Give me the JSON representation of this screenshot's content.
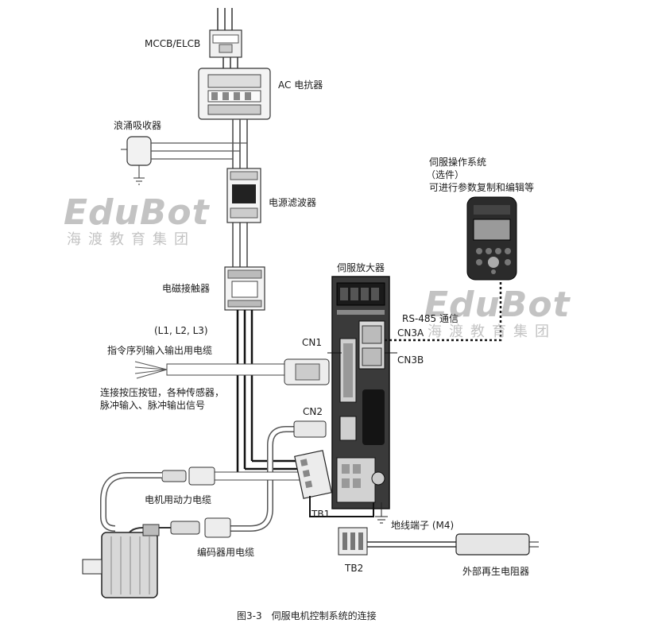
{
  "labels": {
    "mccb": "MCCB/ELCB",
    "ac_reactor": "AC 电抗器",
    "surge_absorber": "浪涌吸收器",
    "noise_filter": "电源滤波器",
    "contactor": "电磁接触器",
    "l123": "(L1, L2, L3)",
    "cmd_cable": "指令序列输入输出用电缆",
    "connect_line1": "连接按压按钮，各种传感器，",
    "connect_line2": "脉冲输入、脉冲输出信号",
    "motor_power_cable": "电机用动力电缆",
    "encoder_cable": "编码器用电缆",
    "servo_amp": "伺服放大器",
    "rs485": "RS-485 通信",
    "cn3a": "CN3A",
    "cn3b": "CN3B",
    "cn1": "CN1",
    "cn2": "CN2",
    "tb1": "TB1",
    "tb2": "TB2",
    "ground_terminal": "地线端子 (M4)",
    "ext_resistor": "外部再生电阻器",
    "op_sys_line1": "伺服操作系统",
    "op_sys_line2": "（选件）",
    "op_sys_line3": "可进行参数复制和编辑等"
  },
  "watermark": {
    "brand": "EduBot",
    "subtitle": "海渡教育集团"
  },
  "caption": "图3-3　伺服电机控制系统的连接"
}
